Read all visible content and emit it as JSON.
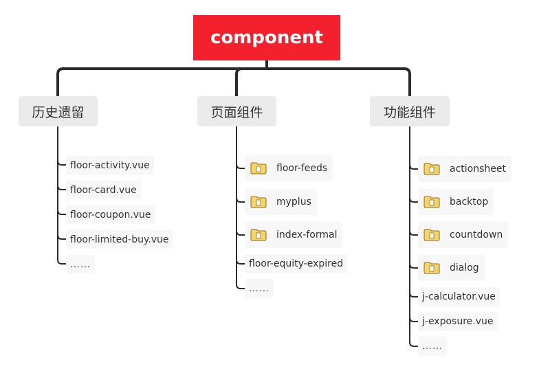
{
  "root": {
    "label": "component",
    "color": "#f5202d"
  },
  "branches": [
    {
      "label": "历史遗留",
      "leaves": [
        {
          "label": "floor-activity.vue",
          "icon": "none"
        },
        {
          "label": "floor-card.vue",
          "icon": "none"
        },
        {
          "label": "floor-coupon.vue",
          "icon": "none"
        },
        {
          "label": "floor-limited-buy.vue",
          "icon": "none"
        },
        {
          "label": "……",
          "icon": "none"
        }
      ]
    },
    {
      "label": "页面组件",
      "leaves": [
        {
          "label": "floor-feeds",
          "icon": "folder-icon"
        },
        {
          "label": "myplus",
          "icon": "folder-icon"
        },
        {
          "label": "index-formal",
          "icon": "folder-icon"
        },
        {
          "label": "floor-equity-expired",
          "icon": "none"
        },
        {
          "label": "……",
          "icon": "none"
        }
      ]
    },
    {
      "label": "功能组件",
      "leaves": [
        {
          "label": "actionsheet",
          "icon": "folder-icon"
        },
        {
          "label": "backtop",
          "icon": "folder-icon"
        },
        {
          "label": "countdown",
          "icon": "folder-icon"
        },
        {
          "label": "dialog",
          "icon": "folder-icon"
        },
        {
          "label": "j-calculator.vue",
          "icon": "none"
        },
        {
          "label": "j-exposure.vue",
          "icon": "none"
        },
        {
          "label": "……",
          "icon": "none"
        }
      ]
    }
  ]
}
